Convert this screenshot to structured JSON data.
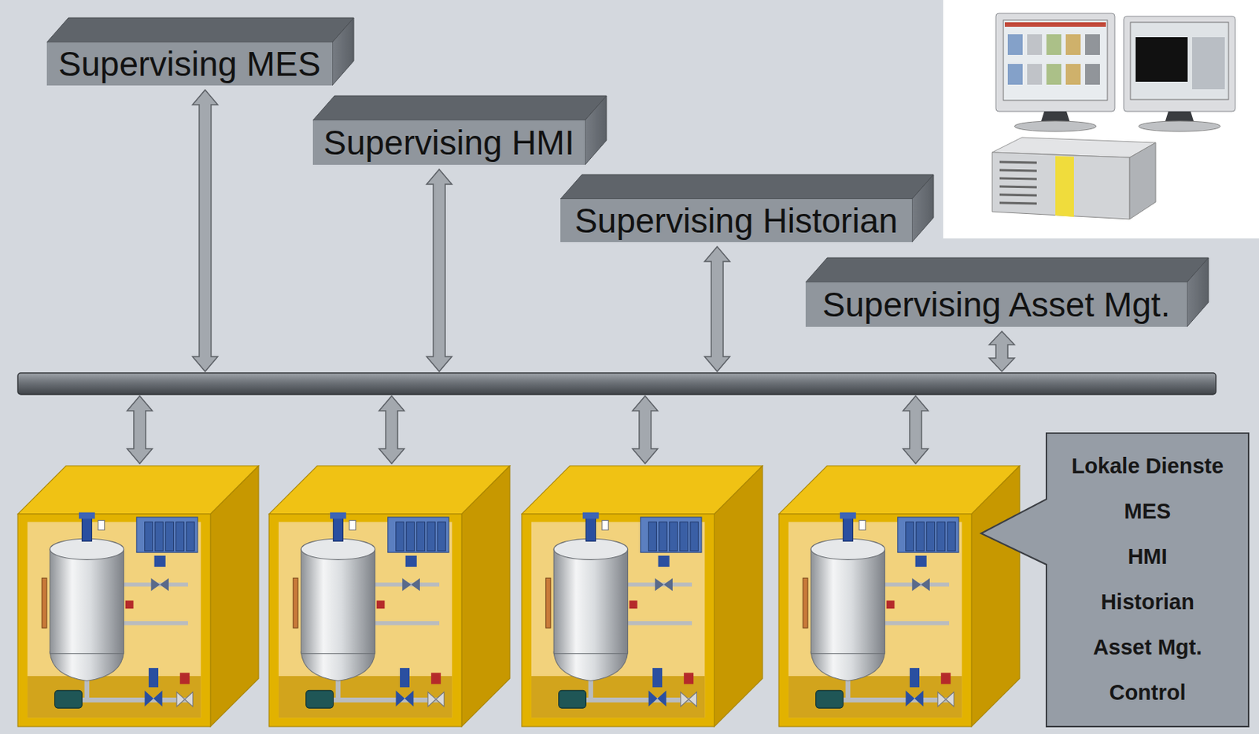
{
  "diagram": {
    "nodes": [
      {
        "text": [
          "Supervising MES"
        ]
      },
      {
        "text": [
          "Supervising HMI"
        ]
      },
      {
        "text": [
          "Supervising Historian"
        ]
      },
      {
        "text": [
          "Supervising Asset Mgt."
        ]
      },
      {
        "text": [
          "Lokale Dienste",
          "MES",
          "HMI",
          "Historian",
          "Asset Mgt.",
          "Control"
        ]
      }
    ]
  }
}
